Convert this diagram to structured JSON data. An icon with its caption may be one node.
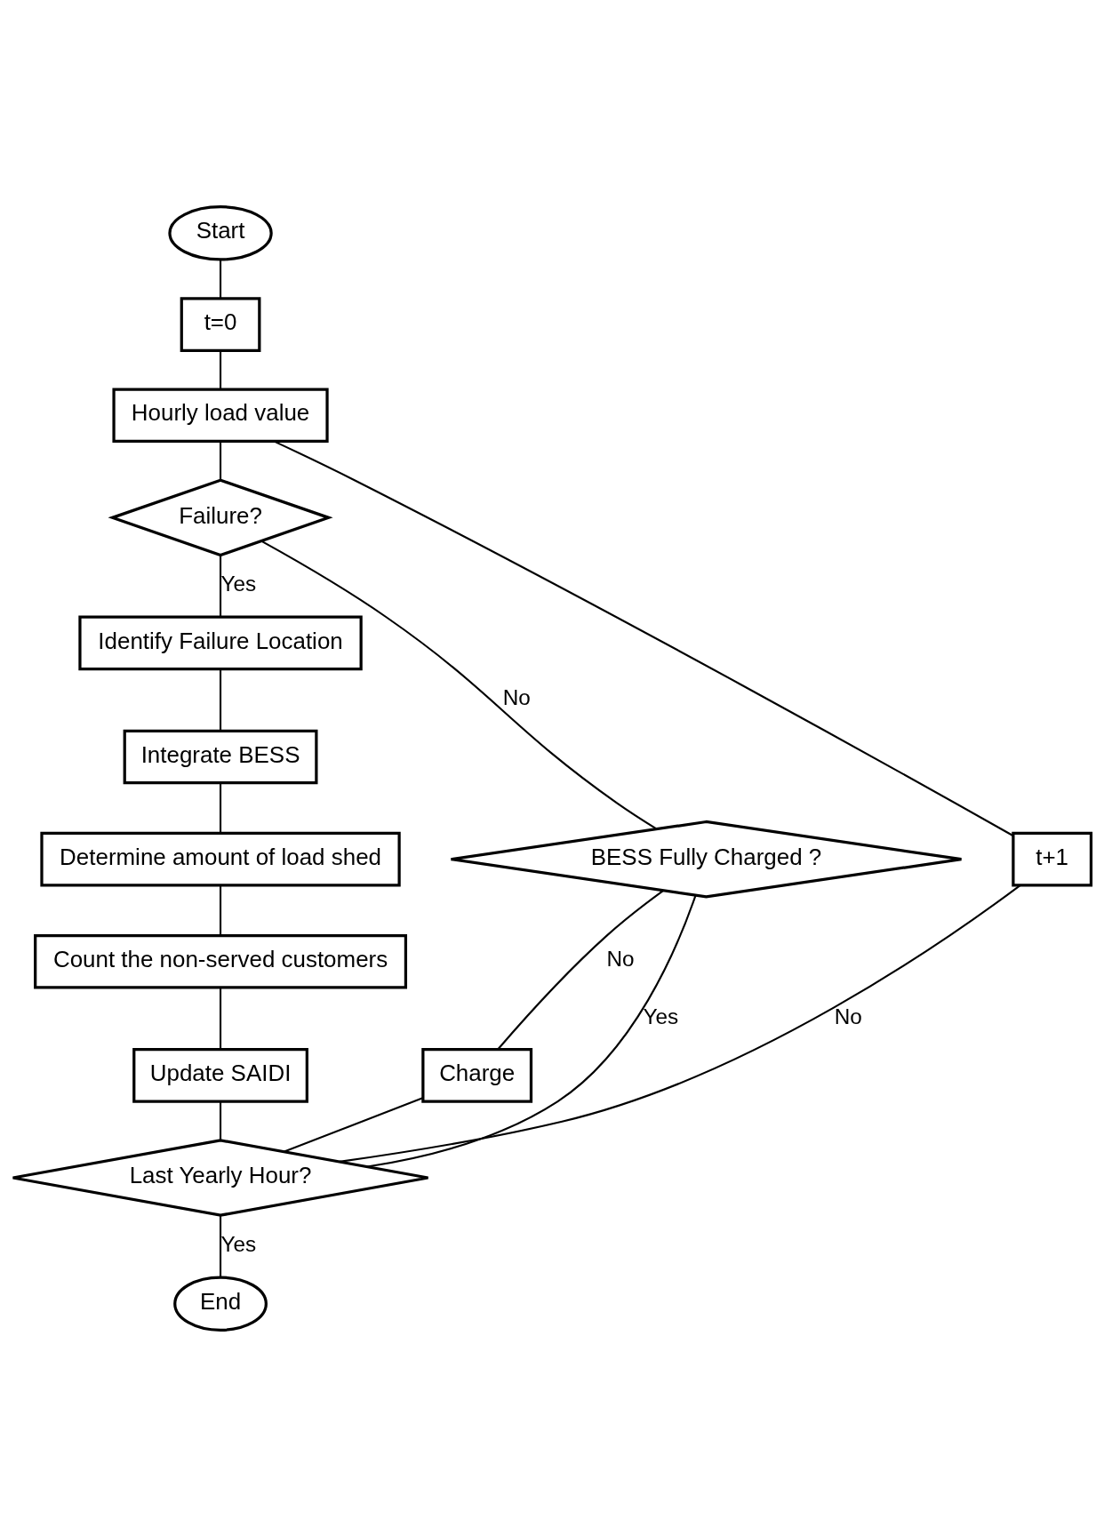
{
  "diagram": {
    "nodes": [
      {
        "text": [
          "Start"
        ]
      },
      {
        "text": [
          "t=0"
        ]
      },
      {
        "text": [
          "Hourly load value"
        ]
      },
      {
        "text": [
          "Failure?"
        ]
      },
      {
        "text": [
          "Identify Failure Location"
        ]
      },
      {
        "text": [
          "Integrate BESS"
        ]
      },
      {
        "text": [
          "Determine amount of load shed"
        ]
      },
      {
        "text": [
          "Count the non-served customers"
        ]
      },
      {
        "text": [
          "Update SAIDI"
        ]
      },
      {
        "text": [
          "BESS Fully Charged ?"
        ]
      },
      {
        "text": [
          "Charge"
        ]
      },
      {
        "text": [
          "Last Yearly Hour?"
        ]
      },
      {
        "text": [
          "t+1"
        ]
      },
      {
        "text": [
          "End"
        ]
      }
    ],
    "edges": [
      {
        "from": 0,
        "to": 1,
        "arrow": "none"
      },
      {
        "from": 1,
        "to": 2,
        "arrow": "none"
      },
      {
        "from": 2,
        "to": 3,
        "arrow": "none"
      },
      {
        "from": 3,
        "to": 4,
        "arrow": "none",
        "label": "Yes"
      },
      {
        "from": 4,
        "to": 5,
        "arrow": "none"
      },
      {
        "from": 5,
        "to": 6,
        "arrow": "none"
      },
      {
        "from": 6,
        "to": 7,
        "arrow": "none"
      },
      {
        "from": 7,
        "to": 8,
        "arrow": "none"
      },
      {
        "from": 8,
        "to": 11,
        "arrow": "none"
      },
      {
        "from": 3,
        "to": 9,
        "arrow": "none",
        "label": "No"
      },
      {
        "from": 9,
        "to": 10,
        "arrow": "none",
        "label": "No"
      },
      {
        "from": 9,
        "to": 11,
        "arrow": "none",
        "label": "Yes"
      },
      {
        "from": 10,
        "to": 11,
        "arrow": "none"
      },
      {
        "from": 11,
        "to": 12,
        "arrow": "none",
        "label": "No"
      },
      {
        "from": 12,
        "to": 2,
        "arrow": "none"
      },
      {
        "from": 11,
        "to": 13,
        "arrow": "none",
        "label": "Yes"
      }
    ]
  }
}
